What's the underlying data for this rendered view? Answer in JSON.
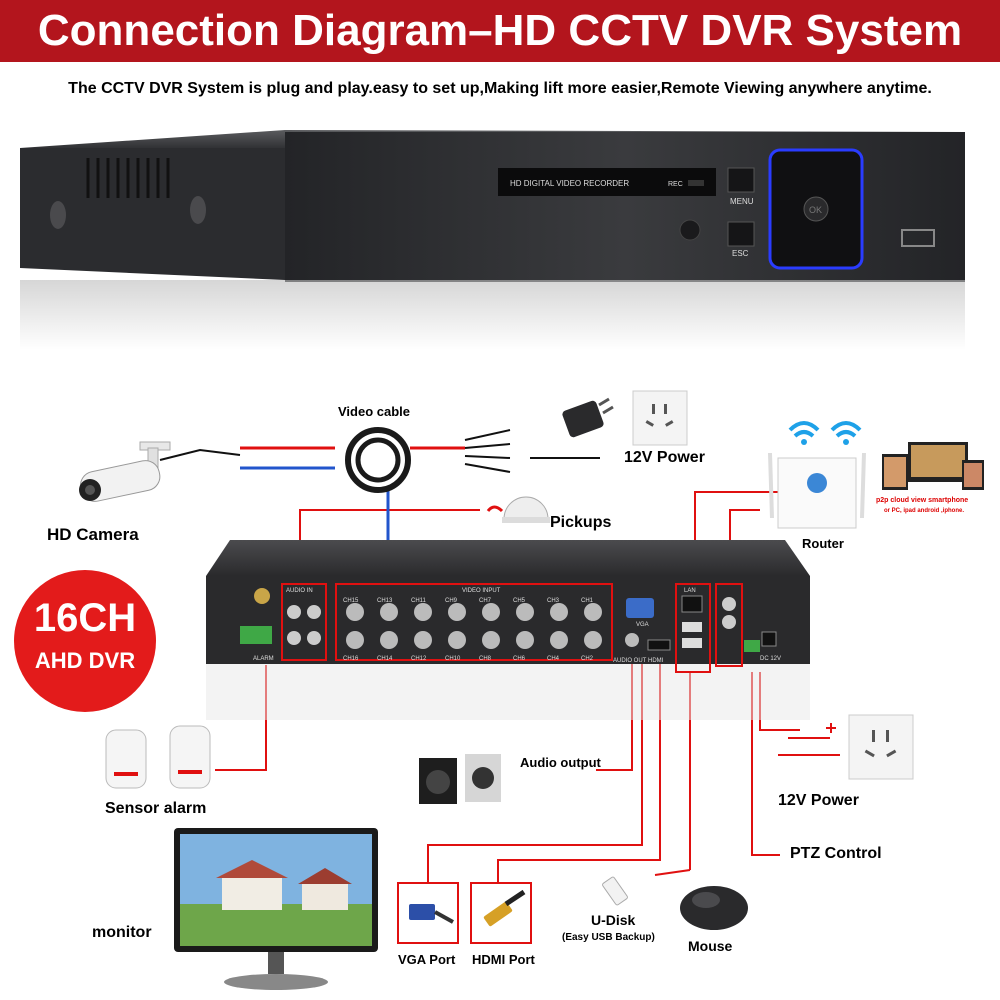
{
  "header": {
    "title": "Connection Diagram–HD CCTV DVR System"
  },
  "subtitle": "The CCTV DVR System is plug and play.easy to set up,Making lift more easier,Remote Viewing anywhere anytime.",
  "dvr_front": {
    "display_text": "HD DIGITAL VIDEO RECORDER",
    "rec": "REC",
    "menu": "MENU",
    "esc": "ESC",
    "ok": "OK"
  },
  "badge": {
    "line1": "16CH",
    "line2": "AHD DVR"
  },
  "labels": {
    "video_cable": "Video cable",
    "power_top": "12V Power",
    "hd_camera": "HD Camera",
    "pickups": "Pickups",
    "router": "Router",
    "p2p_line1": "p2p cloud  view smartphone",
    "p2p_line2": "or PC, ipad android ,iphone.",
    "sensor_alarm": "Sensor alarm",
    "audio_output": "Audio output",
    "power_right": "12V Power",
    "ptz": "PTZ Control",
    "monitor": "monitor",
    "vga_port": "VGA Port",
    "hdmi_port": "HDMI Port",
    "udisk": "U-Disk",
    "udisk_sub": "(Easy USB Backup)",
    "mouse": "Mouse"
  },
  "rear_panel": {
    "audio_in": "AUDIO IN",
    "video_input": "VIDEO INPUT",
    "alarm": "ALARM",
    "vga": "VGA",
    "audio_out": "AUDIO OUT",
    "hdmi": "HDMI",
    "lan": "LAN",
    "dc": "DC 12V",
    "channels_top": [
      "CH15",
      "CH13",
      "CH11",
      "CH9",
      "CH7",
      "CH5",
      "CH3",
      "CH1"
    ],
    "channels_bottom": [
      "CH16",
      "CH14",
      "CH12",
      "CH10",
      "CH8",
      "CH6",
      "CH4",
      "CH2"
    ]
  },
  "colors": {
    "brand_red": "#b3151d",
    "badge_red": "#e31b1b",
    "wire_red": "#e01010",
    "device_dark": "#2a2a2c"
  }
}
